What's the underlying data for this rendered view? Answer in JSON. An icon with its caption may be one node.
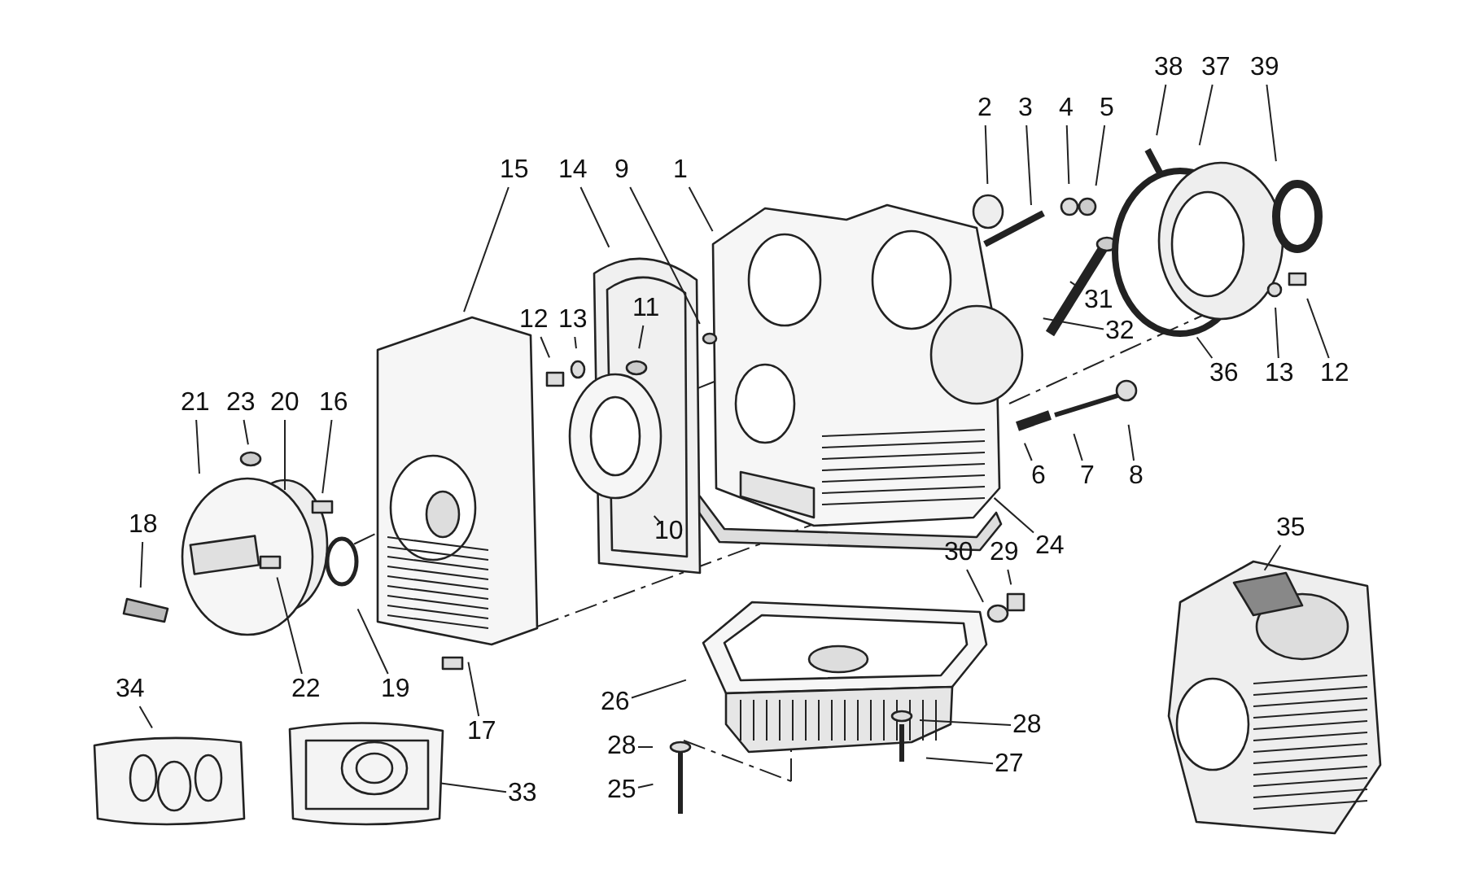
{
  "diagram": {
    "nodes": [
      {
        "text": [
          "15"
        ]
      },
      {
        "text": [
          "14"
        ]
      },
      {
        "text": [
          "9"
        ]
      },
      {
        "text": [
          "1"
        ]
      },
      {
        "text": [
          "2"
        ]
      },
      {
        "text": [
          "3"
        ]
      },
      {
        "text": [
          "4"
        ]
      },
      {
        "text": [
          "5"
        ]
      },
      {
        "text": [
          "38"
        ]
      },
      {
        "text": [
          "37"
        ]
      },
      {
        "text": [
          "39"
        ]
      },
      {
        "text": [
          "12"
        ]
      },
      {
        "text": [
          "13"
        ]
      },
      {
        "text": [
          "11"
        ]
      },
      {
        "text": [
          "21"
        ]
      },
      {
        "text": [
          "23"
        ]
      },
      {
        "text": [
          "20"
        ]
      },
      {
        "text": [
          "16"
        ]
      },
      {
        "text": [
          "31"
        ]
      },
      {
        "text": [
          "32"
        ]
      },
      {
        "text": [
          "36"
        ]
      },
      {
        "text": [
          "13"
        ]
      },
      {
        "text": [
          "12"
        ]
      },
      {
        "text": [
          "6"
        ]
      },
      {
        "text": [
          "7"
        ]
      },
      {
        "text": [
          "8"
        ]
      },
      {
        "text": [
          "18"
        ]
      },
      {
        "text": [
          "10"
        ]
      },
      {
        "text": [
          "24"
        ]
      },
      {
        "text": [
          "35"
        ]
      },
      {
        "text": [
          "30"
        ]
      },
      {
        "text": [
          "29"
        ]
      },
      {
        "text": [
          "22"
        ]
      },
      {
        "text": [
          "19"
        ]
      },
      {
        "text": [
          "34"
        ]
      },
      {
        "text": [
          "26"
        ]
      },
      {
        "text": [
          "17"
        ]
      },
      {
        "text": [
          "28"
        ]
      },
      {
        "text": [
          "28"
        ]
      },
      {
        "text": [
          "27"
        ]
      },
      {
        "text": [
          "25"
        ]
      },
      {
        "text": [
          "33"
        ]
      }
    ],
    "edges": [
      {
        "from": 0,
        "to": null,
        "arrow": "none"
      },
      {
        "from": 1,
        "to": null,
        "arrow": "none"
      },
      {
        "from": 2,
        "to": null,
        "arrow": "none"
      },
      {
        "from": 3,
        "to": null,
        "arrow": "none"
      },
      {
        "from": 4,
        "to": null,
        "arrow": "none"
      },
      {
        "from": 5,
        "to": null,
        "arrow": "none"
      },
      {
        "from": 6,
        "to": null,
        "arrow": "none"
      },
      {
        "from": 7,
        "to": null,
        "arrow": "none"
      },
      {
        "from": 8,
        "to": null,
        "arrow": "none"
      },
      {
        "from": 9,
        "to": null,
        "arrow": "none"
      },
      {
        "from": 10,
        "to": null,
        "arrow": "none"
      },
      {
        "from": 11,
        "to": null,
        "arrow": "none"
      },
      {
        "from": 12,
        "to": null,
        "arrow": "none"
      },
      {
        "from": 13,
        "to": null,
        "arrow": "none"
      },
      {
        "from": 14,
        "to": null,
        "arrow": "none"
      },
      {
        "from": 15,
        "to": null,
        "arrow": "none"
      },
      {
        "from": 16,
        "to": null,
        "arrow": "none"
      },
      {
        "from": 17,
        "to": null,
        "arrow": "none"
      },
      {
        "from": 18,
        "to": null,
        "arrow": "none"
      },
      {
        "from": 19,
        "to": null,
        "arrow": "none"
      },
      {
        "from": 20,
        "to": null,
        "arrow": "none"
      },
      {
        "from": 21,
        "to": null,
        "arrow": "none"
      },
      {
        "from": 22,
        "to": null,
        "arrow": "none"
      },
      {
        "from": 23,
        "to": null,
        "arrow": "none"
      },
      {
        "from": 24,
        "to": null,
        "arrow": "none"
      },
      {
        "from": 25,
        "to": null,
        "arrow": "none"
      },
      {
        "from": 26,
        "to": null,
        "arrow": "none"
      },
      {
        "from": 27,
        "to": null,
        "arrow": "none"
      },
      {
        "from": 28,
        "to": null,
        "arrow": "none"
      },
      {
        "from": 29,
        "to": null,
        "arrow": "none"
      },
      {
        "from": 30,
        "to": null,
        "arrow": "none"
      },
      {
        "from": 31,
        "to": null,
        "arrow": "none"
      },
      {
        "from": 32,
        "to": null,
        "arrow": "none"
      },
      {
        "from": 33,
        "to": null,
        "arrow": "none"
      },
      {
        "from": 34,
        "to": null,
        "arrow": "none"
      },
      {
        "from": 35,
        "to": null,
        "arrow": "none"
      },
      {
        "from": 36,
        "to": null,
        "arrow": "none"
      },
      {
        "from": 37,
        "to": null,
        "arrow": "none"
      },
      {
        "from": 38,
        "to": null,
        "arrow": "none"
      },
      {
        "from": 39,
        "to": null,
        "arrow": "none"
      },
      {
        "from": 40,
        "to": null,
        "arrow": "none"
      },
      {
        "from": 41,
        "to": null,
        "arrow": "none"
      }
    ]
  }
}
